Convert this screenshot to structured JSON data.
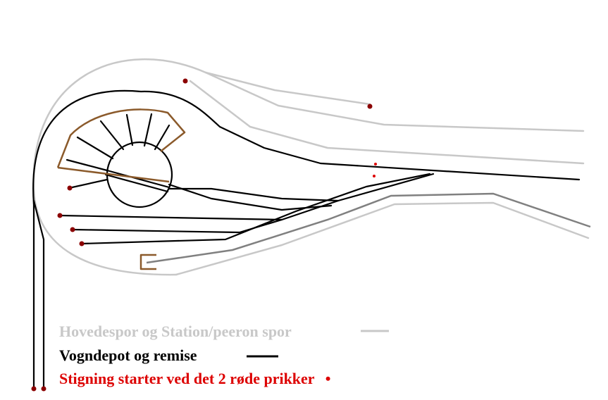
{
  "colors": {
    "main_track": "#c8c8c8",
    "depot_track": "#000000",
    "incline_dot": "#dd0000",
    "end_dot": "#8b0000",
    "shed": "#8b5a2b",
    "siding": "#808080"
  },
  "legend": {
    "main_label": "Hovedespor og Station/peeron spor",
    "depot_label": "Vogndepot og remise",
    "incline_label": "Stigning starter ved det 2 røde prikker",
    "incline_symbol": "•"
  }
}
